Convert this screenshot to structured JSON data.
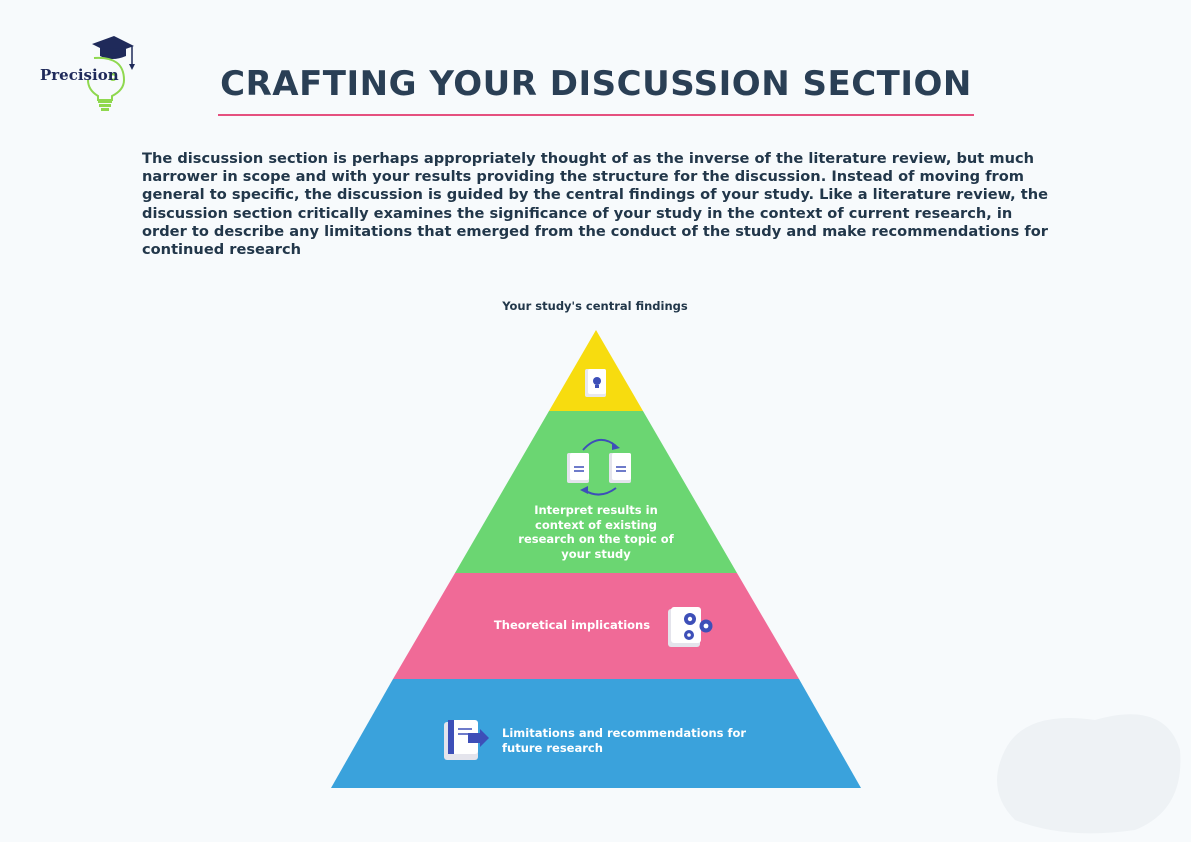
{
  "logo": {
    "text": "Precision"
  },
  "header": {
    "title": "CRAFTING YOUR DISCUSSION SECTION"
  },
  "intro": {
    "text": "The discussion section is perhaps appropriately thought of as the inverse of the literature review, but much narrower in scope and with your results providing the structure for the discussion. Instead of moving from general to specific, the discussion is guided by the central findings of your study. Like a literature review, the discussion section critically examines the significance of your study in the context of current research, in order to describe any limitations that emerged from the conduct of the study and make recommendations for continued research"
  },
  "pyramid": {
    "apex_label": "Your study's central findings",
    "tiers": [
      {
        "label": "",
        "color": "#f7dc0f",
        "icon": "lightbulb-book-icon"
      },
      {
        "label": "Interpret results in context of existing research on the topic of your study",
        "color": "#6bd672",
        "icon": "document-exchange-icon"
      },
      {
        "label": "Theoretical implications",
        "color": "#f06a97",
        "icon": "book-gears-icon"
      },
      {
        "label": "Limitations and recommendations for future research",
        "color": "#3aa2dc",
        "icon": "book-arrow-icon"
      }
    ]
  },
  "colors": {
    "title": "#2a3f55",
    "accent_rule": "#e5507f",
    "icon_blue": "#3d4fb8"
  }
}
